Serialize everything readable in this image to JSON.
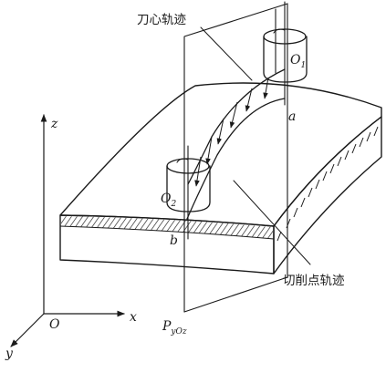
{
  "labels": {
    "tool_path": "刀心轨迹",
    "cut_path": "切削点轨迹"
  },
  "points": {
    "o1_main": "O",
    "o1_sub": "1",
    "o2_main": "O",
    "o2_sub": "2",
    "a": "a",
    "b": "b",
    "origin": "O"
  },
  "axes": {
    "x": "x",
    "y": "y",
    "z": "z"
  },
  "plane": {
    "main": "P",
    "sub": "yOz"
  }
}
